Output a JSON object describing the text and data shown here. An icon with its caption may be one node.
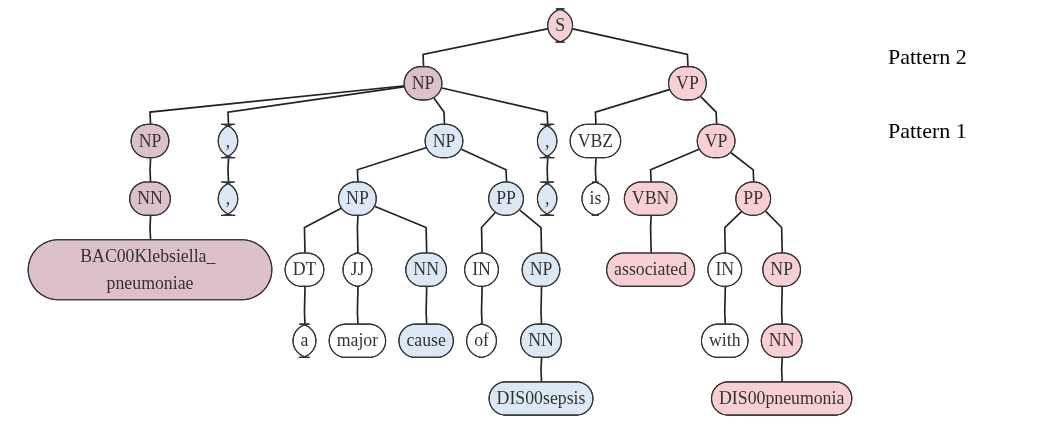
{
  "diagram": {
    "nodes": [
      {
        "text": [
          "S"
        ]
      },
      {
        "text": [
          "NP"
        ]
      },
      {
        "text": [
          "VP"
        ]
      },
      {
        "text": [
          "NP"
        ]
      },
      {
        "text": [
          ","
        ]
      },
      {
        "text": [
          "NP"
        ]
      },
      {
        "text": [
          ","
        ]
      },
      {
        "text": [
          "VBZ"
        ]
      },
      {
        "text": [
          "VP"
        ]
      },
      {
        "text": [
          "NN"
        ]
      },
      {
        "text": [
          ","
        ]
      },
      {
        "text": [
          "NP"
        ]
      },
      {
        "text": [
          "PP"
        ]
      },
      {
        "text": [
          ","
        ]
      },
      {
        "text": [
          "is"
        ]
      },
      {
        "text": [
          "VBN"
        ]
      },
      {
        "text": [
          "PP"
        ]
      },
      {
        "text": [
          "BAC00Klebsiella_ pneumoniae"
        ]
      },
      {
        "text": [
          "DT"
        ]
      },
      {
        "text": [
          "JJ"
        ]
      },
      {
        "text": [
          "NN"
        ]
      },
      {
        "text": [
          "IN"
        ]
      },
      {
        "text": [
          "NP"
        ]
      },
      {
        "text": [
          "associated"
        ]
      },
      {
        "text": [
          "IN"
        ]
      },
      {
        "text": [
          "NP"
        ]
      },
      {
        "text": [
          "a"
        ]
      },
      {
        "text": [
          "major"
        ]
      },
      {
        "text": [
          "cause"
        ]
      },
      {
        "text": [
          "of"
        ]
      },
      {
        "text": [
          "NN"
        ]
      },
      {
        "text": [
          "with"
        ]
      },
      {
        "text": [
          "NN"
        ]
      },
      {
        "text": [
          "DIS00sepsis"
        ]
      },
      {
        "text": [
          "DIS00pneumonia"
        ]
      }
    ],
    "edges": [
      {
        "from": 0,
        "to": 1,
        "arrow": "none"
      },
      {
        "from": 0,
        "to": 2,
        "arrow": "none"
      },
      {
        "from": 1,
        "to": 3,
        "arrow": "none"
      },
      {
        "from": 1,
        "to": 4,
        "arrow": "none"
      },
      {
        "from": 1,
        "to": 5,
        "arrow": "none"
      },
      {
        "from": 1,
        "to": 6,
        "arrow": "none"
      },
      {
        "from": 2,
        "to": 7,
        "arrow": "none"
      },
      {
        "from": 2,
        "to": 8,
        "arrow": "none"
      },
      {
        "from": 3,
        "to": 9,
        "arrow": "none"
      },
      {
        "from": 4,
        "to": 10,
        "arrow": "none"
      },
      {
        "from": 5,
        "to": 11,
        "arrow": "none"
      },
      {
        "from": 5,
        "to": 12,
        "arrow": "none"
      },
      {
        "from": 6,
        "to": 13,
        "arrow": "none"
      },
      {
        "from": 7,
        "to": 14,
        "arrow": "none"
      },
      {
        "from": 8,
        "to": 15,
        "arrow": "none"
      },
      {
        "from": 8,
        "to": 16,
        "arrow": "none"
      },
      {
        "from": 9,
        "to": 17,
        "arrow": "none"
      },
      {
        "from": 11,
        "to": 18,
        "arrow": "none"
      },
      {
        "from": 11,
        "to": 19,
        "arrow": "none"
      },
      {
        "from": 11,
        "to": 20,
        "arrow": "none"
      },
      {
        "from": 12,
        "to": 21,
        "arrow": "none"
      },
      {
        "from": 12,
        "to": 22,
        "arrow": "none"
      },
      {
        "from": 15,
        "to": 23,
        "arrow": "none"
      },
      {
        "from": 16,
        "to": 24,
        "arrow": "none"
      },
      {
        "from": 16,
        "to": 25,
        "arrow": "none"
      },
      {
        "from": 18,
        "to": 26,
        "arrow": "none"
      },
      {
        "from": 19,
        "to": 27,
        "arrow": "none"
      },
      {
        "from": 20,
        "to": 28,
        "arrow": "none"
      },
      {
        "from": 21,
        "to": 29,
        "arrow": "none"
      },
      {
        "from": 22,
        "to": 30,
        "arrow": "none"
      },
      {
        "from": 24,
        "to": 31,
        "arrow": "none"
      },
      {
        "from": 25,
        "to": 32,
        "arrow": "none"
      },
      {
        "from": 30,
        "to": 33,
        "arrow": "none"
      },
      {
        "from": 32,
        "to": 34,
        "arrow": "none"
      }
    ],
    "labels": [
      "Pattern 2",
      "Pattern 1"
    ]
  }
}
